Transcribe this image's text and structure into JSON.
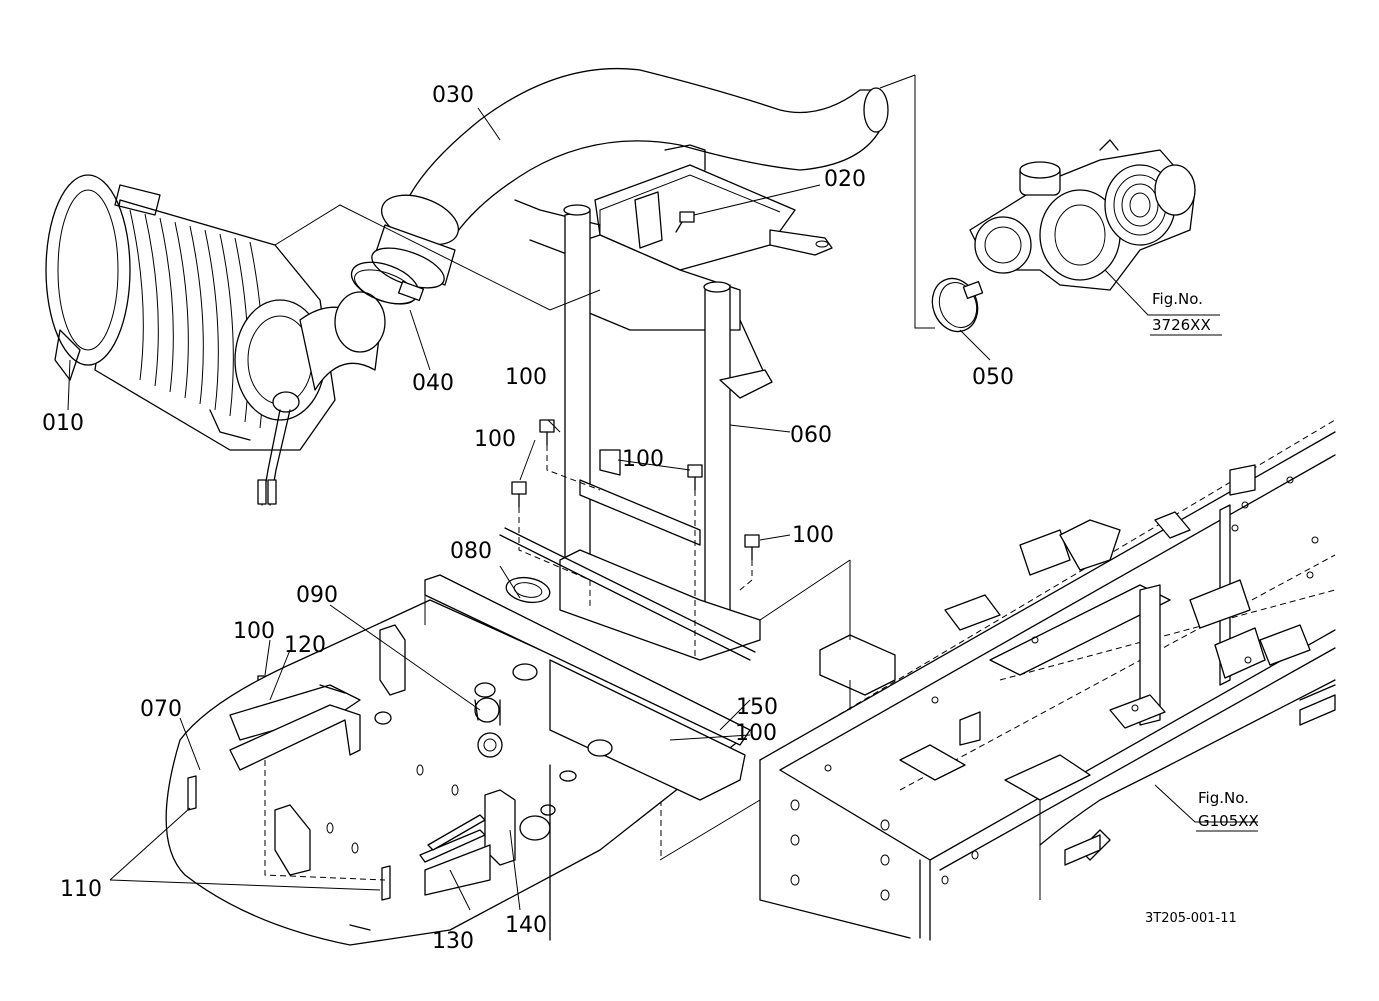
{
  "labels": {
    "p010": "010",
    "p020": "020",
    "p030": "030",
    "p040": "040",
    "p050": "050",
    "p060": "060",
    "p070": "070",
    "p080": "080",
    "p090": "090",
    "p100": "100",
    "p110": "110",
    "p120": "120",
    "p130": "130",
    "p140": "140",
    "p150": "150"
  },
  "refs": {
    "turbo_fig_label": "Fig.No.",
    "turbo_fig_code": "3726XX",
    "frame_fig_label": "Fig.No.",
    "frame_fig_code": "G105XX"
  },
  "drawing_code": "3T205-001-11"
}
